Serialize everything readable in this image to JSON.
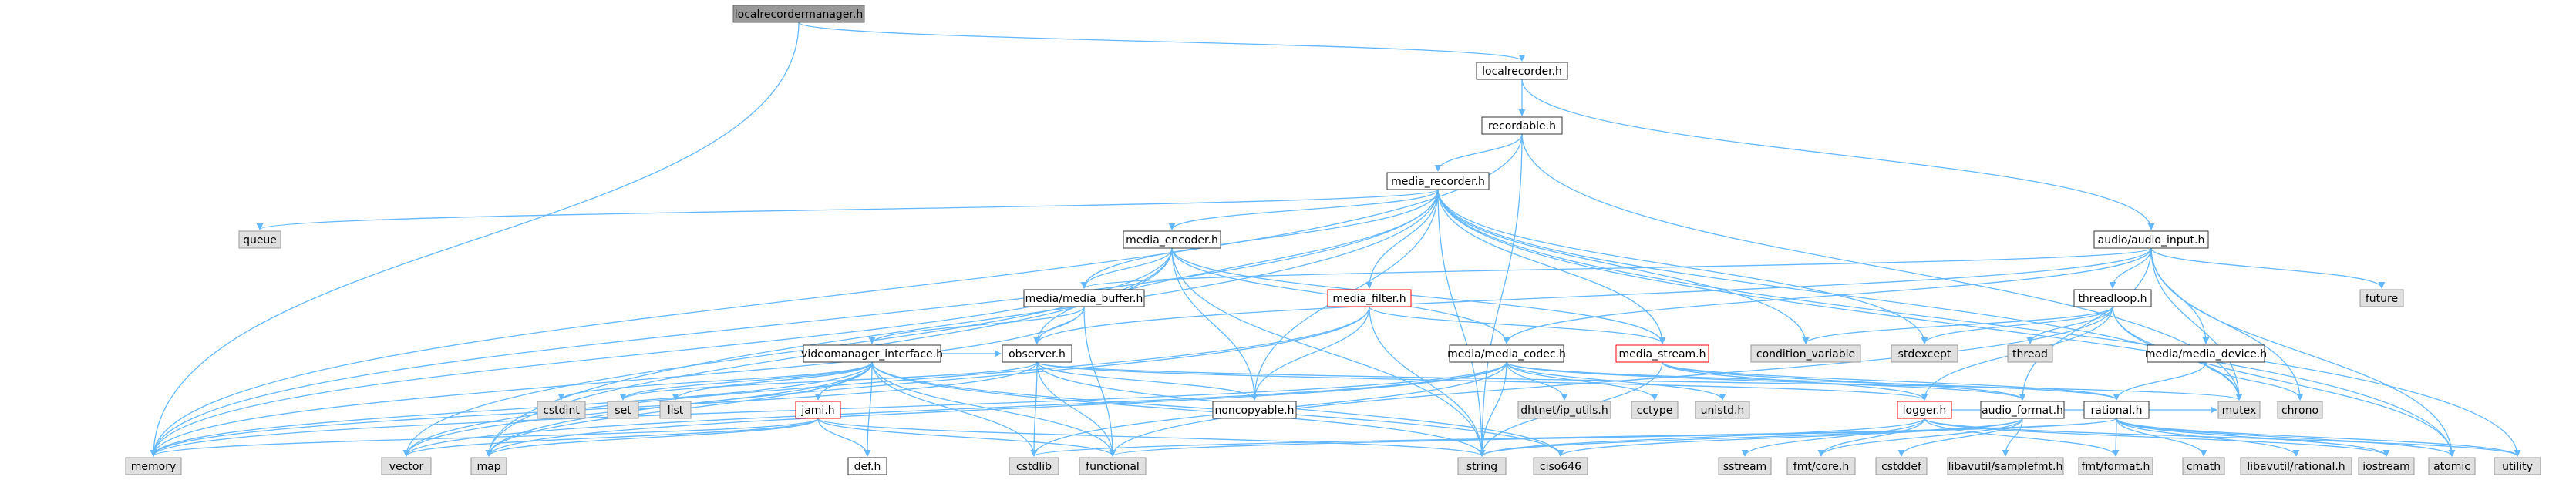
{
  "colors": {
    "root_fill": "#999999",
    "root_stroke": "#666666",
    "header_fill": "#ffffff",
    "header_stroke": "#333333",
    "truncated_stroke": "#ff0000",
    "system_fill": "#e0e0e0",
    "system_stroke": "#999999",
    "edge": "#63b8ff"
  },
  "nodes": [
    {
      "id": "localrecordermanager_h",
      "label": "localrecordermanager.h",
      "kind": "root"
    },
    {
      "id": "localrecorder_h",
      "label": "localrecorder.h",
      "kind": "header"
    },
    {
      "id": "recordable_h",
      "label": "recordable.h",
      "kind": "header"
    },
    {
      "id": "media_recorder_h",
      "label": "media_recorder.h",
      "kind": "header"
    },
    {
      "id": "media_encoder_h",
      "label": "media_encoder.h",
      "kind": "header"
    },
    {
      "id": "media_buffer_h",
      "label": "media/media_buffer.h",
      "kind": "header"
    },
    {
      "id": "media_filter_h",
      "label": "media_filter.h",
      "kind": "truncated"
    },
    {
      "id": "audio_input_h",
      "label": "audio/audio_input.h",
      "kind": "header"
    },
    {
      "id": "threadloop_h",
      "label": "threadloop.h",
      "kind": "header"
    },
    {
      "id": "videomanager_interface_h",
      "label": "videomanager_interface.h",
      "kind": "header"
    },
    {
      "id": "observer_h",
      "label": "observer.h",
      "kind": "header"
    },
    {
      "id": "media_codec_h",
      "label": "media/media_codec.h",
      "kind": "header"
    },
    {
      "id": "media_stream_h",
      "label": "media_stream.h",
      "kind": "truncated"
    },
    {
      "id": "media_device_h",
      "label": "media/media_device.h",
      "kind": "header"
    },
    {
      "id": "jami_h",
      "label": "jami.h",
      "kind": "truncated"
    },
    {
      "id": "noncopyable_h",
      "label": "noncopyable.h",
      "kind": "header"
    },
    {
      "id": "logger_h",
      "label": "logger.h",
      "kind": "truncated"
    },
    {
      "id": "audio_format_h",
      "label": "audio_format.h",
      "kind": "header"
    },
    {
      "id": "rational_h",
      "label": "rational.h",
      "kind": "header"
    },
    {
      "id": "def_h",
      "label": "def.h",
      "kind": "header"
    },
    {
      "id": "memory",
      "label": "memory",
      "kind": "system"
    },
    {
      "id": "queue",
      "label": "queue",
      "kind": "system"
    },
    {
      "id": "vector",
      "label": "vector",
      "kind": "system"
    },
    {
      "id": "map",
      "label": "map",
      "kind": "system"
    },
    {
      "id": "cstdlib",
      "label": "cstdlib",
      "kind": "system"
    },
    {
      "id": "functional",
      "label": "functional",
      "kind": "system"
    },
    {
      "id": "string",
      "label": "string",
      "kind": "system"
    },
    {
      "id": "ciso646",
      "label": "ciso646",
      "kind": "system"
    },
    {
      "id": "sstream",
      "label": "sstream",
      "kind": "system"
    },
    {
      "id": "fmt_core_h",
      "label": "fmt/core.h",
      "kind": "system"
    },
    {
      "id": "cstddef",
      "label": "cstddef",
      "kind": "system"
    },
    {
      "id": "samplefmt_h",
      "label": "libavutil/samplefmt.h",
      "kind": "system"
    },
    {
      "id": "fmt_format_h",
      "label": "fmt/format.h",
      "kind": "system"
    },
    {
      "id": "cmath",
      "label": "cmath",
      "kind": "system"
    },
    {
      "id": "avrational_h",
      "label": "libavutil/rational.h",
      "kind": "system"
    },
    {
      "id": "iostream",
      "label": "iostream",
      "kind": "system"
    },
    {
      "id": "atomic",
      "label": "atomic",
      "kind": "system"
    },
    {
      "id": "utility",
      "label": "utility",
      "kind": "system"
    },
    {
      "id": "cstdint",
      "label": "cstdint",
      "kind": "system"
    },
    {
      "id": "set",
      "label": "set",
      "kind": "system"
    },
    {
      "id": "list",
      "label": "list",
      "kind": "system"
    },
    {
      "id": "ip_utils_h",
      "label": "dhtnet/ip_utils.h",
      "kind": "system"
    },
    {
      "id": "cctype",
      "label": "cctype",
      "kind": "system"
    },
    {
      "id": "unistd_h",
      "label": "unistd.h",
      "kind": "system"
    },
    {
      "id": "mutex",
      "label": "mutex",
      "kind": "system"
    },
    {
      "id": "chrono",
      "label": "chrono",
      "kind": "system"
    },
    {
      "id": "condition_variable",
      "label": "condition_variable",
      "kind": "system"
    },
    {
      "id": "stdexcept",
      "label": "stdexcept",
      "kind": "system"
    },
    {
      "id": "thread",
      "label": "thread",
      "kind": "system"
    },
    {
      "id": "future",
      "label": "future",
      "kind": "system"
    }
  ],
  "edges": [
    [
      "localrecordermanager_h",
      "localrecorder_h"
    ],
    [
      "localrecordermanager_h",
      "memory"
    ],
    [
      "localrecorder_h",
      "recordable_h"
    ],
    [
      "localrecorder_h",
      "audio_input_h"
    ],
    [
      "recordable_h",
      "media_recorder_h"
    ],
    [
      "recordable_h",
      "memory"
    ],
    [
      "recordable_h",
      "mutex"
    ],
    [
      "recordable_h",
      "string"
    ],
    [
      "media_recorder_h",
      "media_encoder_h"
    ],
    [
      "media_recorder_h",
      "media_buffer_h"
    ],
    [
      "media_recorder_h",
      "media_filter_h"
    ],
    [
      "media_recorder_h",
      "media_stream_h"
    ],
    [
      "media_recorder_h",
      "observer_h"
    ],
    [
      "media_recorder_h",
      "noncopyable_h"
    ],
    [
      "media_recorder_h",
      "queue"
    ],
    [
      "media_recorder_h",
      "memory"
    ],
    [
      "media_recorder_h",
      "map"
    ],
    [
      "media_recorder_h",
      "string"
    ],
    [
      "media_recorder_h",
      "condition_variable"
    ],
    [
      "media_recorder_h",
      "stdexcept"
    ],
    [
      "media_recorder_h",
      "atomic"
    ],
    [
      "media_recorder_h",
      "utility"
    ],
    [
      "media_recorder_h",
      "mutex"
    ],
    [
      "media_encoder_h",
      "media_buffer_h"
    ],
    [
      "media_encoder_h",
      "media_codec_h"
    ],
    [
      "media_encoder_h",
      "media_stream_h"
    ],
    [
      "media_encoder_h",
      "noncopyable_h"
    ],
    [
      "media_encoder_h",
      "map"
    ],
    [
      "media_encoder_h",
      "memory"
    ],
    [
      "media_encoder_h",
      "string"
    ],
    [
      "media_encoder_h",
      "vector"
    ],
    [
      "media_buffer_h",
      "videomanager_interface_h"
    ],
    [
      "media_buffer_h",
      "observer_h"
    ],
    [
      "media_buffer_h",
      "memory"
    ],
    [
      "media_buffer_h",
      "functional"
    ],
    [
      "media_filter_h",
      "media_stream_h"
    ],
    [
      "media_filter_h",
      "noncopyable_h"
    ],
    [
      "media_filter_h",
      "string"
    ],
    [
      "media_filter_h",
      "map"
    ],
    [
      "media_filter_h",
      "vector"
    ],
    [
      "audio_input_h",
      "threadloop_h"
    ],
    [
      "audio_input_h",
      "media_buffer_h"
    ],
    [
      "audio_input_h",
      "media_device_h"
    ],
    [
      "audio_input_h",
      "media_codec_h"
    ],
    [
      "audio_input_h",
      "observer_h"
    ],
    [
      "audio_input_h",
      "audio_format_h"
    ],
    [
      "audio_input_h",
      "future"
    ],
    [
      "audio_input_h",
      "atomic"
    ],
    [
      "audio_input_h",
      "chrono"
    ],
    [
      "audio_input_h",
      "mutex"
    ],
    [
      "threadloop_h",
      "thread"
    ],
    [
      "threadloop_h",
      "atomic"
    ],
    [
      "threadloop_h",
      "condition_variable"
    ],
    [
      "threadloop_h",
      "stdexcept"
    ],
    [
      "threadloop_h",
      "mutex"
    ],
    [
      "threadloop_h",
      "logger_h"
    ],
    [
      "threadloop_h",
      "functional"
    ],
    [
      "videomanager_interface_h",
      "jami_h"
    ],
    [
      "videomanager_interface_h",
      "observer_h"
    ],
    [
      "videomanager_interface_h",
      "def_h"
    ],
    [
      "videomanager_interface_h",
      "memory"
    ],
    [
      "videomanager_interface_h",
      "vector"
    ],
    [
      "videomanager_interface_h",
      "map"
    ],
    [
      "videomanager_interface_h",
      "string"
    ],
    [
      "videomanager_interface_h",
      "functional"
    ],
    [
      "videomanager_interface_h",
      "cstdlib"
    ],
    [
      "videomanager_interface_h",
      "cstdint"
    ],
    [
      "videomanager_interface_h",
      "set"
    ],
    [
      "videomanager_interface_h",
      "list"
    ],
    [
      "videomanager_interface_h",
      "ciso646"
    ],
    [
      "observer_h",
      "noncopyable_h"
    ],
    [
      "observer_h",
      "logger_h"
    ],
    [
      "observer_h",
      "memory"
    ],
    [
      "observer_h",
      "set"
    ],
    [
      "observer_h",
      "functional"
    ],
    [
      "observer_h",
      "mutex"
    ],
    [
      "observer_h",
      "cstdlib"
    ],
    [
      "observer_h",
      "ciso646"
    ],
    [
      "media_codec_h",
      "audio_format_h"
    ],
    [
      "media_codec_h",
      "rational_h"
    ],
    [
      "media_codec_h",
      "ip_utils_h"
    ],
    [
      "media_codec_h",
      "cctype"
    ],
    [
      "media_codec_h",
      "unistd_h"
    ],
    [
      "media_codec_h",
      "string"
    ],
    [
      "media_codec_h",
      "map"
    ],
    [
      "media_codec_h",
      "memory"
    ],
    [
      "media_codec_h",
      "vector"
    ],
    [
      "media_codec_h",
      "cstdlib"
    ],
    [
      "media_stream_h",
      "logger_h"
    ],
    [
      "media_stream_h",
      "audio_format_h"
    ],
    [
      "media_stream_h",
      "rational_h"
    ],
    [
      "media_stream_h",
      "string"
    ],
    [
      "media_device_h",
      "rational_h"
    ],
    [
      "media_device_h",
      "chrono"
    ],
    [
      "jami_h",
      "def_h"
    ],
    [
      "jami_h",
      "memory"
    ],
    [
      "jami_h",
      "vector"
    ],
    [
      "jami_h",
      "map"
    ],
    [
      "jami_h",
      "functional"
    ],
    [
      "jami_h",
      "string"
    ],
    [
      "logger_h",
      "fmt_core_h"
    ],
    [
      "logger_h",
      "fmt_format_h"
    ],
    [
      "logger_h",
      "string"
    ],
    [
      "logger_h",
      "sstream"
    ],
    [
      "logger_h",
      "iostream"
    ],
    [
      "logger_h",
      "mutex"
    ],
    [
      "logger_h",
      "utility"
    ],
    [
      "audio_format_h",
      "fmt_core_h"
    ],
    [
      "audio_format_h",
      "cstddef"
    ],
    [
      "audio_format_h",
      "samplefmt_h"
    ],
    [
      "audio_format_h",
      "ciso646"
    ],
    [
      "audio_format_h",
      "string"
    ],
    [
      "rational_h",
      "fmt_format_h"
    ],
    [
      "rational_h",
      "cmath"
    ],
    [
      "rational_h",
      "avrational_h"
    ],
    [
      "rational_h",
      "iostream"
    ],
    [
      "rational_h",
      "atomic"
    ],
    [
      "rational_h",
      "utility"
    ],
    [
      "rational_h",
      "cstdlib"
    ],
    [
      "rational_h",
      "functional"
    ]
  ]
}
